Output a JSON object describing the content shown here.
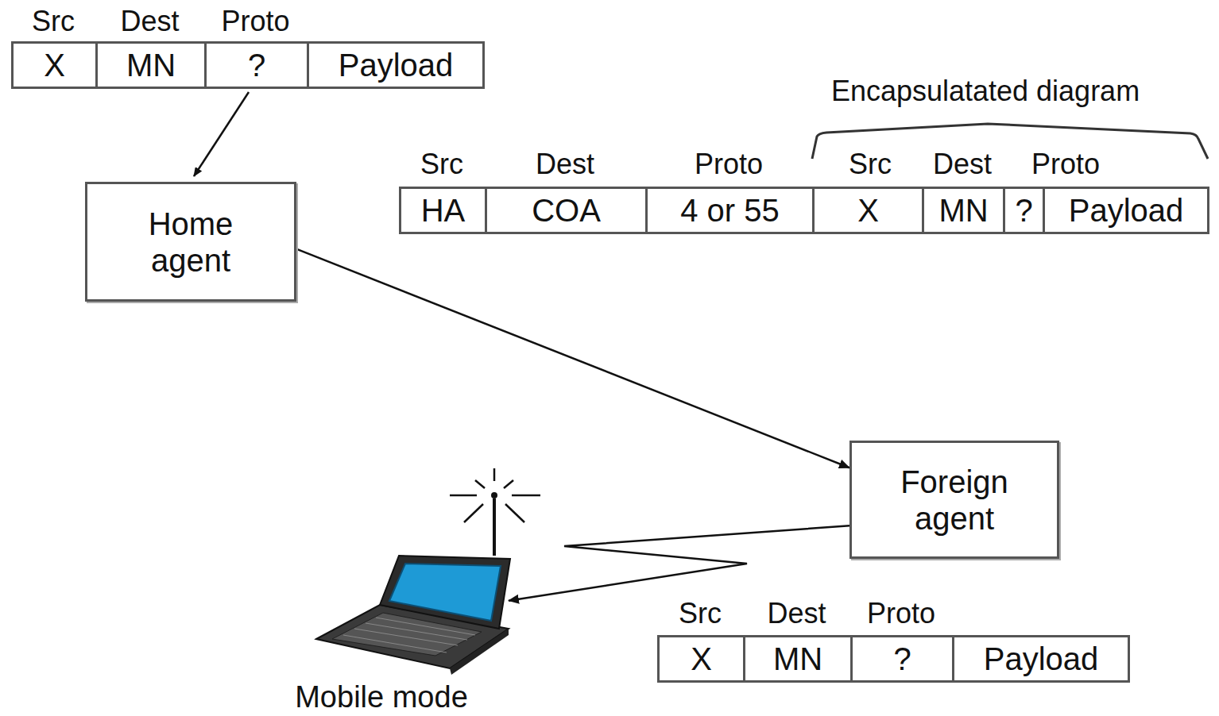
{
  "diagram": {
    "nodes": [
      {
        "text": [
          "Home agent"
        ]
      },
      {
        "text": [
          "Foreign agent"
        ]
      },
      {
        "text": [
          "Mobile mode"
        ]
      }
    ],
    "edges": [
      {
        "from": 0,
        "to": 1,
        "arrow": "to"
      },
      {
        "from": 1,
        "to": 2,
        "arrow": "to"
      }
    ],
    "labels": [
      "Src",
      "Dest",
      "Proto",
      "X",
      "MN",
      "?",
      "Payload",
      "Encapsulatated diagram",
      "Src",
      "Dest",
      "Proto",
      "Src",
      "Dest",
      "Proto",
      "HA",
      "COA",
      "4 or 55",
      "X",
      "MN",
      "?",
      "Payload",
      "Src",
      "Dest",
      "Proto",
      "X",
      "MN",
      "?",
      "Payload"
    ]
  }
}
